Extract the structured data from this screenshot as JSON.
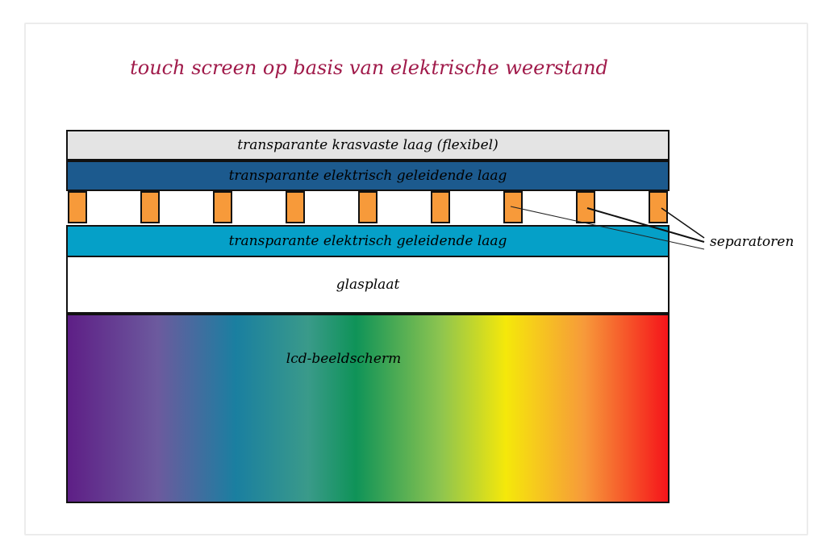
{
  "title": "touch screen op basis van elektrische weerstand",
  "layers": {
    "top": "transparante krasvaste laag (flexibel)",
    "conductive_upper": "transparante elektrisch geleidende laag",
    "conductive_lower": "transparante elektrisch geleidende laag",
    "glass": "glasplaat",
    "lcd": "lcd-beeldscherm"
  },
  "separator_label": "separatoren",
  "colors": {
    "title": "#a01a4a",
    "top": "#e4e4e4",
    "upper": "#1c5a8e",
    "lower": "#05a0c8",
    "separator": "#f79a3a"
  }
}
